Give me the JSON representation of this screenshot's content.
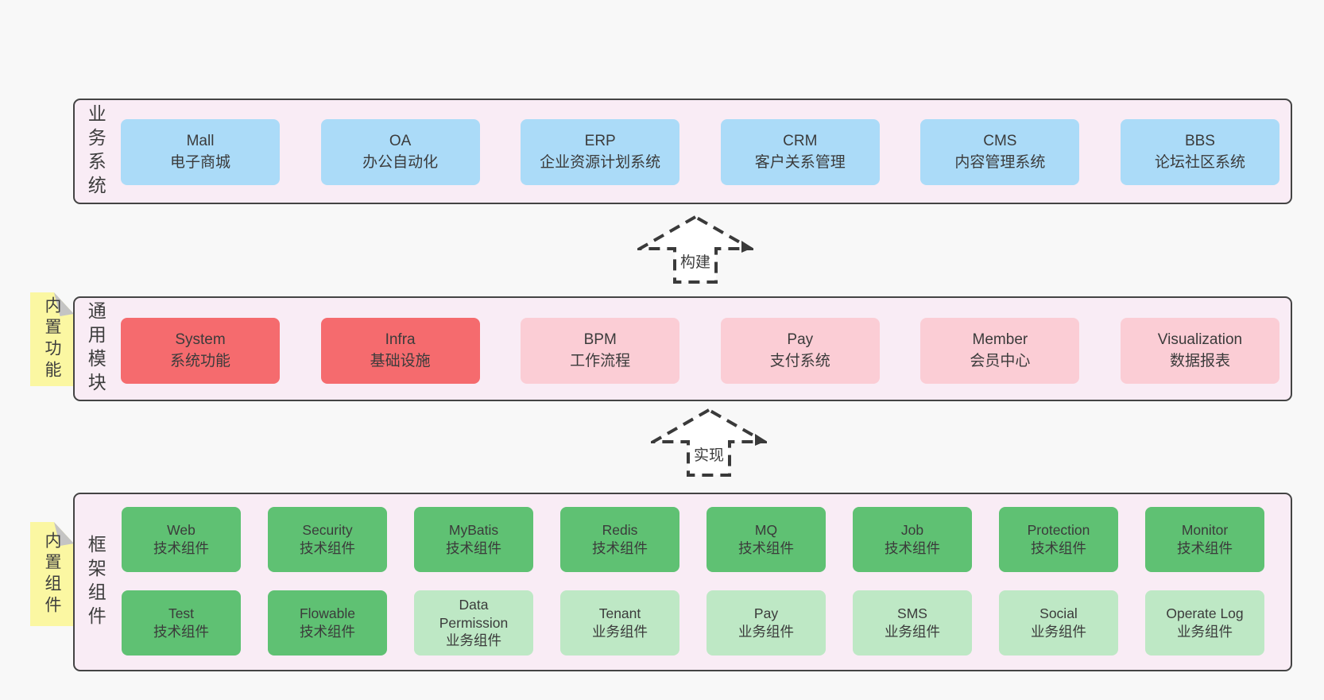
{
  "palette": {
    "page_bg": "#f8f8f8",
    "section_bg": "#f9ecf5",
    "section_border": "#444444",
    "blue": "#abdbf8",
    "red": "#f56b6e",
    "pink": "#fbcdd5",
    "green_dark": "#5fc173",
    "green_light": "#bee8c5",
    "sticky_yellow": "#fbf7a2",
    "sticky_fold": "#c4c4c4",
    "text": "#3d3d3d"
  },
  "sections": {
    "business": {
      "label": "业务系统",
      "boxes": [
        {
          "en": "Mall",
          "zh": "电子商城"
        },
        {
          "en": "OA",
          "zh": "办公自动化"
        },
        {
          "en": "ERP",
          "zh": "企业资源计划系统"
        },
        {
          "en": "CRM",
          "zh": "客户关系管理"
        },
        {
          "en": "CMS",
          "zh": "内容管理系统"
        },
        {
          "en": "BBS",
          "zh": "论坛社区系统"
        }
      ]
    },
    "modules": {
      "label": "通用模块",
      "sticky": "内置功能",
      "boxes": [
        {
          "en": "System",
          "zh": "系统功能"
        },
        {
          "en": "Infra",
          "zh": "基础设施"
        },
        {
          "en": "BPM",
          "zh": "工作流程"
        },
        {
          "en": "Pay",
          "zh": "支付系统"
        },
        {
          "en": "Member",
          "zh": "会员中心"
        },
        {
          "en": "Visualization",
          "zh": "数据报表"
        }
      ]
    },
    "framework": {
      "label": "框架组件",
      "sticky": "内置组件",
      "row1": [
        {
          "en": "Web",
          "zh": "技术组件"
        },
        {
          "en": "Security",
          "zh": "技术组件"
        },
        {
          "en": "MyBatis",
          "zh": "技术组件"
        },
        {
          "en": "Redis",
          "zh": "技术组件"
        },
        {
          "en": "MQ",
          "zh": "技术组件"
        },
        {
          "en": "Job",
          "zh": "技术组件"
        },
        {
          "en": "Protection",
          "zh": "技术组件"
        },
        {
          "en": "Monitor",
          "zh": "技术组件"
        }
      ],
      "row2": [
        {
          "en": "Test",
          "zh": "技术组件"
        },
        {
          "en": "Flowable",
          "zh": "技术组件"
        },
        {
          "en": "Data Permission",
          "zh": "业务组件"
        },
        {
          "en": "Tenant",
          "zh": "业务组件"
        },
        {
          "en": "Pay",
          "zh": "业务组件"
        },
        {
          "en": "SMS",
          "zh": "业务组件"
        },
        {
          "en": "Social",
          "zh": "业务组件"
        },
        {
          "en": "Operate Log",
          "zh": "业务组件"
        }
      ]
    }
  },
  "arrows": {
    "build": {
      "label": "构建"
    },
    "implement": {
      "label": "实现"
    }
  }
}
